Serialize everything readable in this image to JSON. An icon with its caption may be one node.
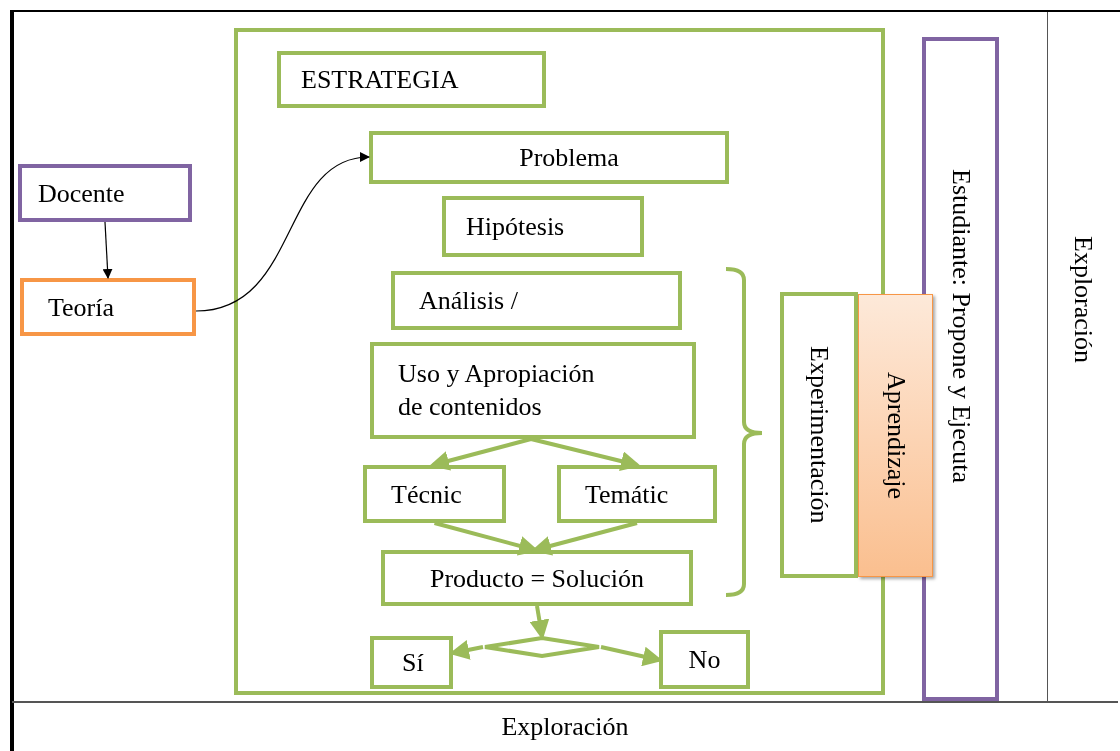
{
  "diagram": {
    "nodes": [
      {
        "text": [
          "Docente"
        ]
      },
      {
        "text": [
          "Teoría"
        ]
      },
      {
        "text": [],
        "shape": "box"
      },
      {
        "text": [
          "ESTRATEGIA"
        ],
        "in": 2
      },
      {
        "text": [
          "Problema"
        ],
        "in": 2
      },
      {
        "text": [
          "Hipótesis"
        ],
        "in": 2
      },
      {
        "text": [
          "Análisis /"
        ],
        "in": 2
      },
      {
        "text": [
          "Uso y Apropiación de contenidos"
        ],
        "in": 2
      },
      {
        "text": [
          "Técnic"
        ],
        "in": 2
      },
      {
        "text": [
          "Temátic"
        ],
        "in": 2
      },
      {
        "text": [
          "Producto = Solución"
        ],
        "in": 2
      },
      {
        "text": [],
        "shape": "diamond",
        "in": 2
      },
      {
        "text": [
          "Sí"
        ],
        "in": 2
      },
      {
        "text": [
          "No"
        ],
        "in": 2
      },
      {
        "text": [
          "Experimentación"
        ],
        "in": 2
      },
      {
        "text": [
          "Aprendizaje"
        ]
      },
      {
        "text": [
          "Estudiante: Propone y Ejecuta"
        ]
      },
      {
        "text": [
          "Exploración"
        ]
      },
      {
        "text": [
          "Exploración"
        ]
      }
    ],
    "edges": [
      {
        "from": 0,
        "to": 1,
        "arrow": "to",
        "color": "#000000"
      },
      {
        "from": 1,
        "to": 4,
        "arrow": "to",
        "color": "#000000"
      },
      {
        "from": 7,
        "to": 8,
        "arrow": "to"
      },
      {
        "from": 7,
        "to": 9,
        "arrow": "to"
      },
      {
        "from": 8,
        "to": 10,
        "arrow": "to"
      },
      {
        "from": 9,
        "to": 10,
        "arrow": "to"
      },
      {
        "from": 10,
        "to": 11,
        "arrow": "to"
      },
      {
        "from": 11,
        "to": 12,
        "arrow": "to"
      },
      {
        "from": 11,
        "to": 13,
        "arrow": "to"
      }
    ]
  }
}
